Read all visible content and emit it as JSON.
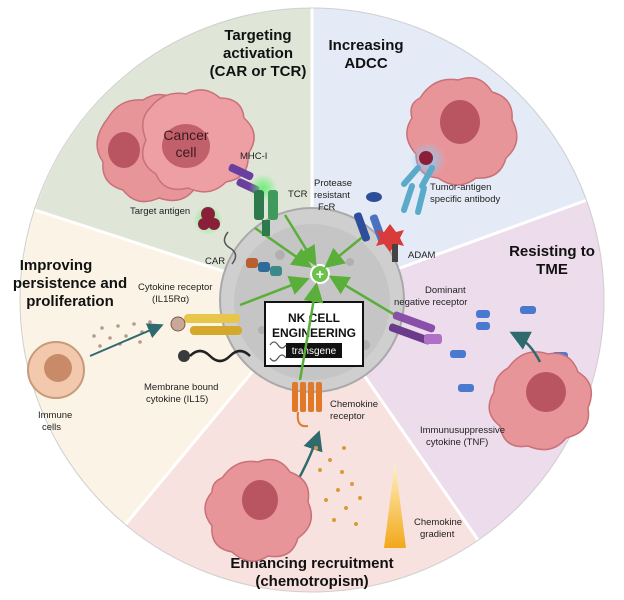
{
  "sections": {
    "targeting": {
      "title_lines": [
        "Targeting",
        "activation",
        "(CAR or TCR)"
      ]
    },
    "adcc": {
      "title_lines": [
        "Increasing",
        "ADCC"
      ]
    },
    "tme": {
      "title_lines": [
        "Resisting to",
        "TME"
      ]
    },
    "recruitment": {
      "title_lines": [
        "Enhancing recruitment",
        "(chemotropism)"
      ]
    },
    "persistence": {
      "title_lines": [
        "Improving",
        "persistence and",
        "proliferation"
      ]
    }
  },
  "labels": {
    "cancer_cell": [
      "Cancer",
      "cell"
    ],
    "mhc": "MHC-I",
    "tcr": "TCR",
    "target_antigen": "Target antigen",
    "car": "CAR",
    "protease_fcr": [
      "Protease",
      "resistant",
      "FcR"
    ],
    "tumor_antibody": [
      "Tumor-antigen",
      "specific antibody"
    ],
    "adam": "ADAM",
    "dominant_negative": [
      "Dominant",
      "negative receptor"
    ],
    "immunosuppressive": [
      "Immunusuppressive",
      "cytokine (TNF)"
    ],
    "chemokine_receptor": [
      "Chemokine",
      "receptor"
    ],
    "chemokine_gradient": [
      "Chemokine",
      "gradient"
    ],
    "cytokine_receptor": [
      "Cytokine receptor",
      "(IL15Rα)"
    ],
    "membrane_cytokine": [
      "Membrane bound",
      "cytokine (IL15)"
    ],
    "immune_cells": [
      "Immune",
      "cells"
    ]
  },
  "core": {
    "title_lines": [
      "NK CELL",
      "ENGINEERING"
    ],
    "transgene": "transgene",
    "plus_symbol": "+"
  },
  "colors": {
    "targeting_bg": "#dfe6d8",
    "adcc_bg": "#e4eaf6",
    "tme_bg": "#ecdcec",
    "recruitment_bg": "#f7e2df",
    "persistence_bg": "#fbf4e6",
    "cancer_cell": "#e8959a",
    "nucleus": "#b85560",
    "nk_cell": "#c8c8c8",
    "arrow_green": "#5aae3a",
    "arrow_teal": "#2f6b6e"
  }
}
